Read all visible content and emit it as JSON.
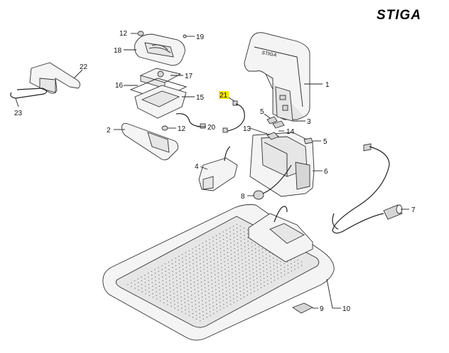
{
  "brand": {
    "logo_text": "STIGA"
  },
  "highlight_color": "#f2e600",
  "callouts": [
    {
      "id": "c12a",
      "label": "12"
    },
    {
      "id": "c19",
      "label": "19"
    },
    {
      "id": "c18",
      "label": "18"
    },
    {
      "id": "c22",
      "label": "22"
    },
    {
      "id": "c17",
      "label": "17"
    },
    {
      "id": "c16",
      "label": "16"
    },
    {
      "id": "c15",
      "label": "15"
    },
    {
      "id": "c21",
      "label": "21",
      "highlighted": true
    },
    {
      "id": "c23",
      "label": "23"
    },
    {
      "id": "c1",
      "label": "1"
    },
    {
      "id": "c5a",
      "label": "5"
    },
    {
      "id": "c3",
      "label": "3"
    },
    {
      "id": "c2",
      "label": "2"
    },
    {
      "id": "c12b",
      "label": "12"
    },
    {
      "id": "c20",
      "label": "20"
    },
    {
      "id": "c13",
      "label": "13"
    },
    {
      "id": "c14",
      "label": "14"
    },
    {
      "id": "c5b",
      "label": "5"
    },
    {
      "id": "c4",
      "label": "4"
    },
    {
      "id": "c6",
      "label": "6"
    },
    {
      "id": "c8",
      "label": "8"
    },
    {
      "id": "c7",
      "label": "7"
    },
    {
      "id": "c9",
      "label": "9"
    },
    {
      "id": "c10",
      "label": "10"
    }
  ]
}
